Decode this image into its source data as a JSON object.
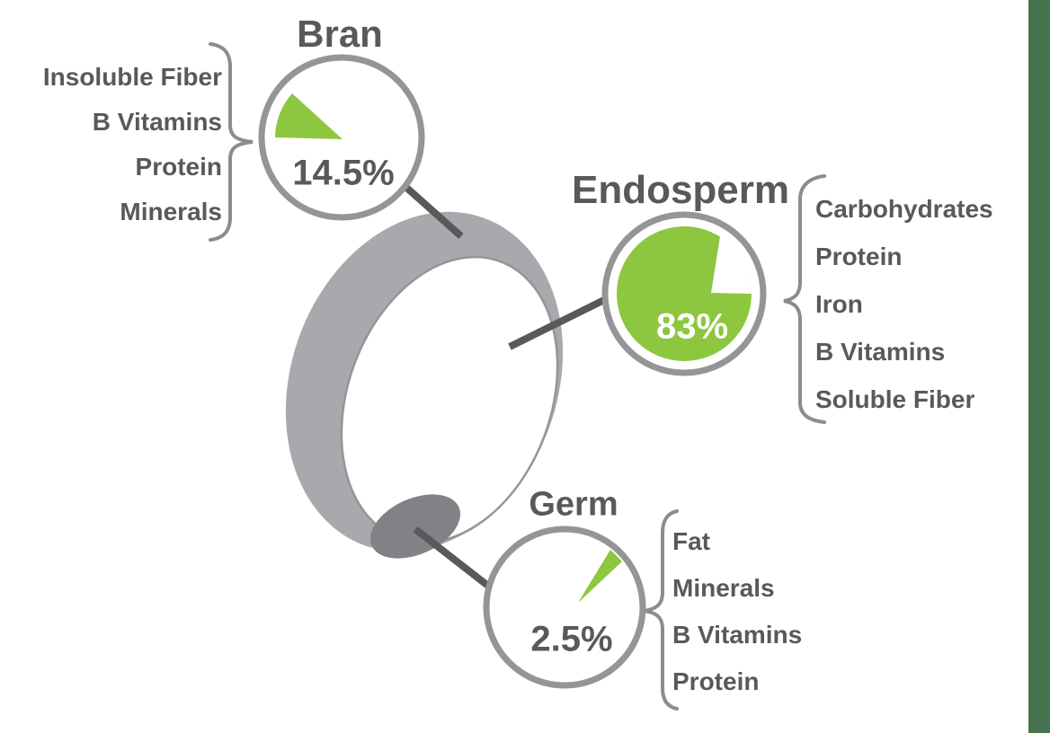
{
  "groups": [
    {
      "name": "Bran",
      "percent": "14.5%",
      "items": [
        "Insoluble Fiber",
        "B Vitamins",
        "Protein",
        "Minerals"
      ]
    },
    {
      "name": "Endosperm",
      "percent": "83%",
      "items": [
        "Carbohydrates",
        "Protein",
        "Iron",
        "B Vitamins",
        "Soluble Fiber"
      ]
    },
    {
      "name": "Germ",
      "percent": "2.5%",
      "items": [
        "Fat",
        "Minerals",
        "B Vitamins",
        "Protein"
      ]
    }
  ],
  "chart_data": [
    {
      "type": "pie",
      "category": "Bran",
      "value_pct": 14.5
    },
    {
      "type": "pie",
      "category": "Endosperm",
      "value_pct": 83
    },
    {
      "type": "pie",
      "category": "Germ",
      "value_pct": 2.5
    }
  ],
  "colors": {
    "accent_green": "#8dc63f",
    "edge_bar_green": "#47734e",
    "text_gray": "#58595b",
    "outline_gray": "#939598",
    "kernel_gray": "#a7a9ac",
    "germ_spot_gray": "#808285",
    "brace_gray": "#8a8c8e"
  }
}
